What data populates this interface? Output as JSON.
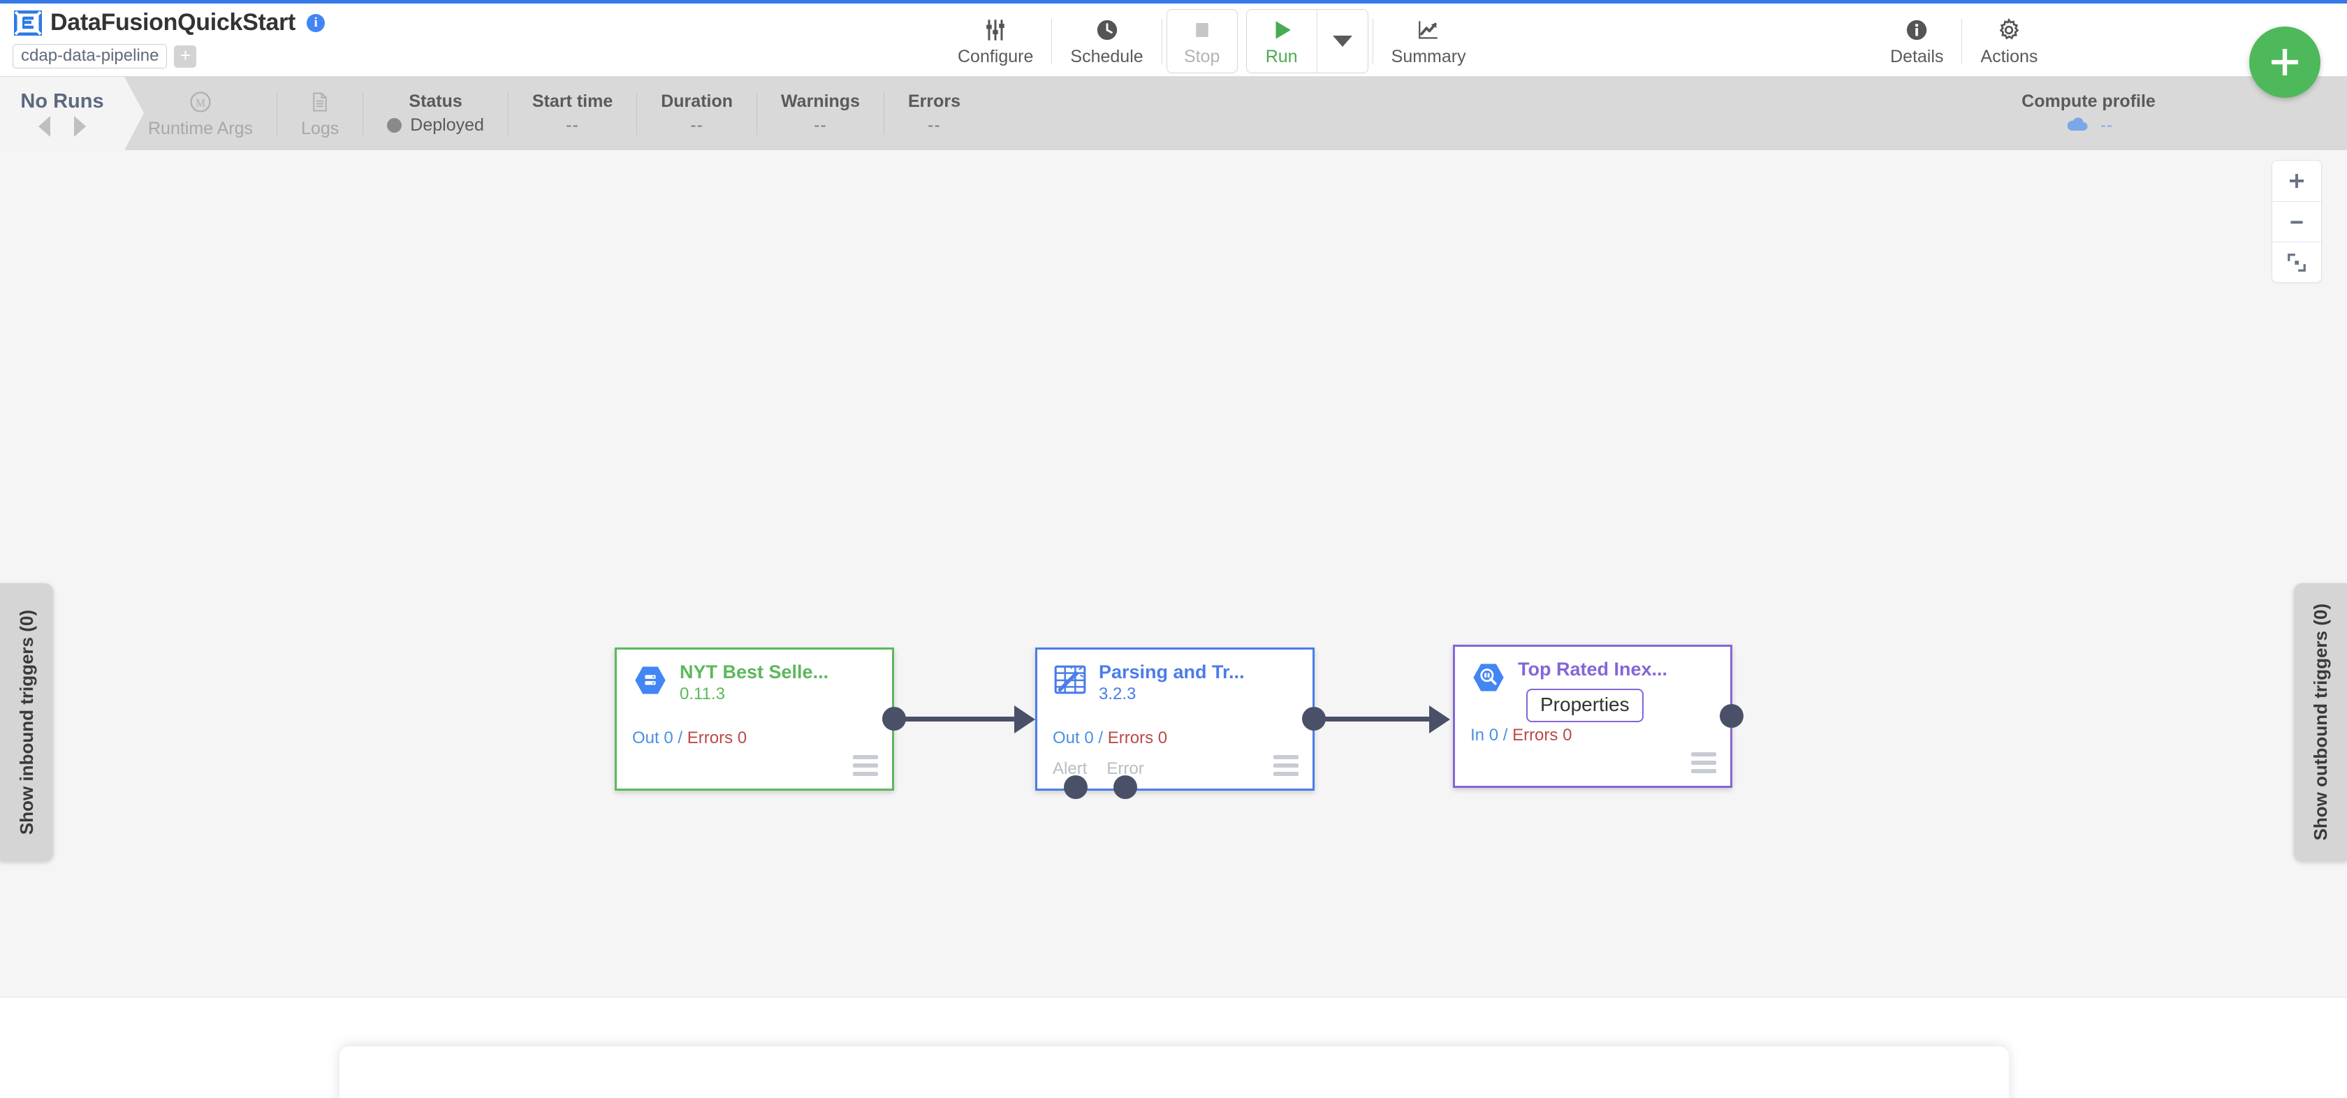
{
  "header": {
    "logo_icon": "cdap-pipeline-logo-icon",
    "title": "DataFusionQuickStart",
    "info_icon": "info-icon",
    "tag": "cdap-data-pipeline",
    "add_tag_label": "+",
    "actions": [
      {
        "label": "Configure",
        "icon": "sliders-icon"
      },
      {
        "label": "Schedule",
        "icon": "clock-icon"
      },
      {
        "label": "Stop",
        "icon": "stop-square-icon"
      },
      {
        "label": "Run",
        "icon": "play-triangle-icon"
      },
      {
        "label": "Summary",
        "icon": "trend-chart-icon"
      }
    ],
    "run_caret_icon": "chevron-down-icon",
    "right_actions": [
      {
        "label": "Details",
        "icon": "info-circle-icon"
      },
      {
        "label": "Actions",
        "icon": "gear-icon"
      }
    ]
  },
  "statusbar": {
    "runs_label": "No Runs",
    "prev_icon": "triangle-left-icon",
    "next_icon": "triangle-right-icon",
    "runtime_args": {
      "label": "Runtime Args",
      "icon": "macro-m-icon"
    },
    "logs": {
      "label": "Logs",
      "icon": "document-lines-icon"
    },
    "metrics": [
      {
        "label": "Status",
        "value": "Deployed",
        "has_dot": true
      },
      {
        "label": "Start time",
        "value": "--"
      },
      {
        "label": "Duration",
        "value": "--"
      },
      {
        "label": "Warnings",
        "value": "--"
      },
      {
        "label": "Errors",
        "value": "--"
      }
    ],
    "compute_profile": {
      "label": "Compute profile",
      "value": "--",
      "icon": "cloud-icon"
    }
  },
  "canvas": {
    "left_drawer": "Show inbound triggers (0)",
    "right_drawer": "Show outbound triggers (0)",
    "zoom_controls": [
      {
        "name": "zoom-in",
        "icon": "plus-icon"
      },
      {
        "name": "zoom-out",
        "icon": "minus-icon"
      },
      {
        "name": "fit-to-screen",
        "icon": "fit-screen-icon"
      }
    ],
    "fab": {
      "name": "add-plugin-fab",
      "icon": "plus-icon"
    },
    "nodes": [
      {
        "name": "NYT Best Selle...",
        "version": "0.11.3",
        "icon": "bigquery-source-icon",
        "metric_in_label": "Out",
        "metric_in_value": "0",
        "metric_sep": "/",
        "metric_err_label": "Errors",
        "metric_err_value": "0",
        "color": "#5cb85c",
        "ports": []
      },
      {
        "name": "Parsing and Tr...",
        "version": "3.2.3",
        "icon": "wrangler-transform-icon",
        "metric_in_label": "Out",
        "metric_in_value": "0",
        "metric_sep": "/",
        "metric_err_label": "Errors",
        "metric_err_value": "0",
        "color": "#4a7de8",
        "ports": [
          "Alert",
          "Error"
        ]
      },
      {
        "name": "Top Rated Inex...",
        "version": "",
        "icon": "bigquery-sink-icon",
        "metric_in_label": "In",
        "metric_in_value": "0",
        "metric_sep": "/",
        "metric_err_label": "Errors",
        "metric_err_value": "0",
        "color": "#8566d6",
        "tooltip": "Properties",
        "ports": []
      }
    ]
  },
  "colors": {
    "accent_blue": "#3579e6",
    "green": "#5cb85c",
    "node_blue": "#4a7de8",
    "purple": "#8566d6",
    "error_red": "#b94a48",
    "fab_green": "#4eb95b"
  }
}
